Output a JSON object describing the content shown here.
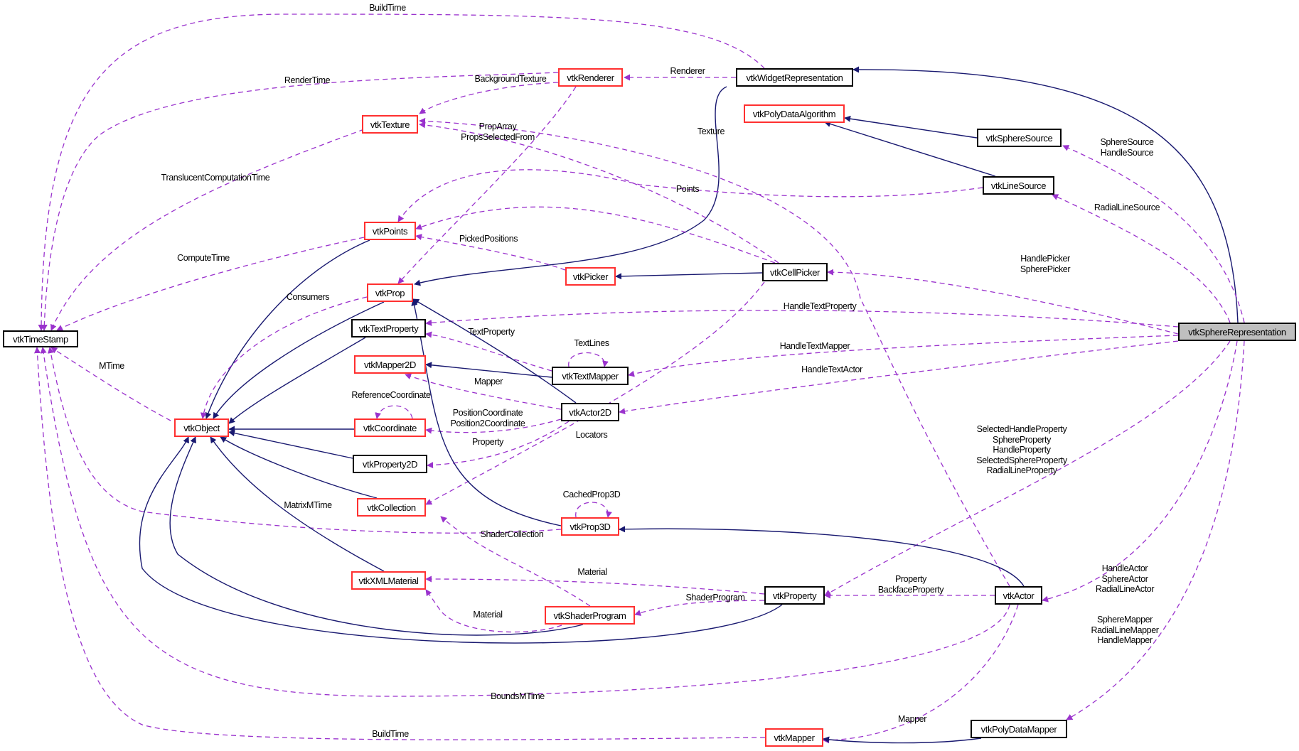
{
  "title": "vtkSphereRepresentation collaboration graph",
  "colors": {
    "inheritance_edge": "#191970",
    "usage_edge": "#9a32cd",
    "focus_fill": "#bfbfbf",
    "documented_border": "#000000",
    "undocumented_border": "#ff3030"
  },
  "nodes": [
    {
      "id": "vtkSphereRepresentation",
      "label": "vtkSphereRepresentation",
      "style": "focus"
    },
    {
      "id": "vtkWidgetRepresentation",
      "label": "vtkWidgetRepresentation",
      "style": "black"
    },
    {
      "id": "vtkRenderer",
      "label": "vtkRenderer",
      "style": "red"
    },
    {
      "id": "vtkPolyDataAlgorithm",
      "label": "vtkPolyDataAlgorithm",
      "style": "red"
    },
    {
      "id": "vtkTexture",
      "label": "vtkTexture",
      "style": "red"
    },
    {
      "id": "vtkSphereSource",
      "label": "vtkSphereSource",
      "style": "black"
    },
    {
      "id": "vtkLineSource",
      "label": "vtkLineSource",
      "style": "black"
    },
    {
      "id": "vtkPoints",
      "label": "vtkPoints",
      "style": "red"
    },
    {
      "id": "vtkPicker",
      "label": "vtkPicker",
      "style": "red"
    },
    {
      "id": "vtkCellPicker",
      "label": "vtkCellPicker",
      "style": "black"
    },
    {
      "id": "vtkProp",
      "label": "vtkProp",
      "style": "red"
    },
    {
      "id": "vtkTextProperty",
      "label": "vtkTextProperty",
      "style": "black"
    },
    {
      "id": "vtkTimeStamp",
      "label": "vtkTimeStamp",
      "style": "black"
    },
    {
      "id": "vtkMapper2D",
      "label": "vtkMapper2D",
      "style": "red"
    },
    {
      "id": "vtkTextMapper",
      "label": "vtkTextMapper",
      "style": "black"
    },
    {
      "id": "vtkActor2D",
      "label": "vtkActor2D",
      "style": "black"
    },
    {
      "id": "vtkObject",
      "label": "vtkObject",
      "style": "red"
    },
    {
      "id": "vtkCoordinate",
      "label": "vtkCoordinate",
      "style": "red"
    },
    {
      "id": "vtkProperty2D",
      "label": "vtkProperty2D",
      "style": "black"
    },
    {
      "id": "vtkCollection",
      "label": "vtkCollection",
      "style": "red"
    },
    {
      "id": "vtkProp3D",
      "label": "vtkProp3D",
      "style": "red"
    },
    {
      "id": "vtkXMLMaterial",
      "label": "vtkXMLMaterial",
      "style": "red"
    },
    {
      "id": "vtkShaderProgram",
      "label": "vtkShaderProgram",
      "style": "red"
    },
    {
      "id": "vtkProperty",
      "label": "vtkProperty",
      "style": "black"
    },
    {
      "id": "vtkActor",
      "label": "vtkActor",
      "style": "black"
    },
    {
      "id": "vtkMapper",
      "label": "vtkMapper",
      "style": "red"
    },
    {
      "id": "vtkPolyDataMapper",
      "label": "vtkPolyDataMapper",
      "style": "black"
    }
  ],
  "edges": [
    {
      "from": "vtkSphereRepresentation",
      "to": "vtkWidgetRepresentation",
      "kind": "inherits",
      "labels": []
    },
    {
      "from": "vtkWidgetRepresentation",
      "to": "vtkRenderer",
      "kind": "uses",
      "labels": [
        "Renderer"
      ]
    },
    {
      "from": "vtkWidgetRepresentation",
      "to": "vtkTimeStamp",
      "kind": "uses",
      "labels": [
        "BuildTime"
      ]
    },
    {
      "from": "vtkWidgetRepresentation",
      "to": "vtkProp",
      "kind": "inherits",
      "labels": []
    },
    {
      "from": "vtkRenderer",
      "to": "vtkTimeStamp",
      "kind": "uses",
      "labels": [
        "RenderTime"
      ]
    },
    {
      "from": "vtkRenderer",
      "to": "vtkTexture",
      "kind": "uses",
      "labels": [
        "BackgroundTexture"
      ]
    },
    {
      "from": "vtkRenderer",
      "to": "vtkProp",
      "kind": "uses",
      "labels": []
    },
    {
      "from": "vtkCellPicker",
      "to": "vtkTexture",
      "kind": "uses",
      "labels": [
        "PropArray",
        "PropsSelectedFrom"
      ]
    },
    {
      "from": "vtkActor",
      "to": "vtkTexture",
      "kind": "uses",
      "labels": [
        "Texture"
      ]
    },
    {
      "from": "vtkTexture",
      "to": "vtkTimeStamp",
      "kind": "uses",
      "labels": [
        "TranslucentComputationTime"
      ]
    },
    {
      "from": "vtkSphereSource",
      "to": "vtkPolyDataAlgorithm",
      "kind": "inherits",
      "labels": []
    },
    {
      "from": "vtkLineSource",
      "to": "vtkPolyDataAlgorithm",
      "kind": "inherits",
      "labels": []
    },
    {
      "from": "vtkSphereRepresentation",
      "to": "vtkSphereSource",
      "kind": "uses",
      "labels": [
        "SphereSource",
        "HandleSource"
      ]
    },
    {
      "from": "vtkSphereRepresentation",
      "to": "vtkLineSource",
      "kind": "uses",
      "labels": [
        "RadialLineSource"
      ]
    },
    {
      "from": "vtkLineSource",
      "to": "vtkPoints",
      "kind": "uses",
      "labels": [
        "Points"
      ]
    },
    {
      "from": "vtkCellPicker",
      "to": "vtkPoints",
      "kind": "uses",
      "labels": [
        "Texture"
      ]
    },
    {
      "from": "vtkPicker",
      "to": "vtkPoints",
      "kind": "uses",
      "labels": [
        "PickedPositions"
      ]
    },
    {
      "from": "vtkPoints",
      "to": "vtkTimeStamp",
      "kind": "uses",
      "labels": [
        "ComputeTime"
      ]
    },
    {
      "from": "vtkPoints",
      "to": "vtkObject",
      "kind": "inherits",
      "labels": []
    },
    {
      "from": "vtkCellPicker",
      "to": "vtkPicker",
      "kind": "inherits",
      "labels": []
    },
    {
      "from": "vtkSphereRepresentation",
      "to": "vtkCellPicker",
      "kind": "uses",
      "labels": [
        "HandlePicker",
        "SpherePicker"
      ]
    },
    {
      "from": "vtkObject",
      "to": "vtkProp",
      "kind": "uses",
      "labels": [
        "Consumers"
      ]
    },
    {
      "from": "vtkProp",
      "to": "vtkObject",
      "kind": "inherits",
      "labels": []
    },
    {
      "from": "vtkSphereRepresentation",
      "to": "vtkTextProperty",
      "kind": "uses",
      "labels": [
        "HandleTextProperty"
      ]
    },
    {
      "from": "vtkTextProperty",
      "to": "vtkObject",
      "kind": "inherits",
      "labels": []
    },
    {
      "from": "vtkTextMapper",
      "to": "vtkTextProperty",
      "kind": "uses",
      "labels": [
        "TextProperty"
      ]
    },
    {
      "from": "vtkTextMapper",
      "to": "vtkTextMapper",
      "kind": "uses",
      "labels": [
        "TextLines"
      ]
    },
    {
      "from": "vtkTextMapper",
      "to": "vtkMapper2D",
      "kind": "inherits",
      "labels": []
    },
    {
      "from": "vtkSphereRepresentation",
      "to": "vtkTextMapper",
      "kind": "uses",
      "labels": [
        "HandleTextMapper"
      ]
    },
    {
      "from": "vtkActor2D",
      "to": "vtkProp",
      "kind": "inherits",
      "labels": []
    },
    {
      "from": "vtkActor2D",
      "to": "vtkMapper2D",
      "kind": "uses",
      "labels": [
        "Mapper"
      ]
    },
    {
      "from": "vtkSphereRepresentation",
      "to": "vtkActor2D",
      "kind": "uses",
      "labels": [
        "HandleTextActor"
      ]
    },
    {
      "from": "vtkObject",
      "to": "vtkTimeStamp",
      "kind": "uses",
      "labels": [
        "MTime"
      ]
    },
    {
      "from": "vtkCoordinate",
      "to": "vtkObject",
      "kind": "inherits",
      "labels": []
    },
    {
      "from": "vtkCoordinate",
      "to": "vtkCoordinate",
      "kind": "uses",
      "labels": [
        "ReferenceCoordinate"
      ]
    },
    {
      "from": "vtkActor2D",
      "to": "vtkCoordinate",
      "kind": "uses",
      "labels": [
        "PositionCoordinate",
        "Position2Coordinate"
      ]
    },
    {
      "from": "vtkProperty2D",
      "to": "vtkObject",
      "kind": "inherits",
      "labels": []
    },
    {
      "from": "vtkActor2D",
      "to": "vtkProperty2D",
      "kind": "uses",
      "labels": [
        "Property"
      ]
    },
    {
      "from": "vtkCellPicker",
      "to": "vtkCollection",
      "kind": "uses",
      "labels": [
        "Locators"
      ]
    },
    {
      "from": "vtkCollection",
      "to": "vtkObject",
      "kind": "inherits",
      "labels": []
    },
    {
      "from": "vtkProp3D",
      "to": "vtkProp",
      "kind": "inherits",
      "labels": []
    },
    {
      "from": "vtkProp3D",
      "to": "vtkProp3D",
      "kind": "uses",
      "labels": [
        "CachedProp3D"
      ]
    },
    {
      "from": "vtkProp3D",
      "to": "vtkTimeStamp",
      "kind": "uses",
      "labels": [
        "MatrixMTime"
      ]
    },
    {
      "from": "vtkShaderProgram",
      "to": "vtkCollection",
      "kind": "uses",
      "labels": [
        "ShaderCollection"
      ]
    },
    {
      "from": "vtkXMLMaterial",
      "to": "vtkObject",
      "kind": "inherits",
      "labels": []
    },
    {
      "from": "vtkProperty",
      "to": "vtkXMLMaterial",
      "kind": "uses",
      "labels": [
        "Material"
      ]
    },
    {
      "from": "vtkShaderProgram",
      "to": "vtkXMLMaterial",
      "kind": "uses",
      "labels": [
        "Material"
      ]
    },
    {
      "from": "vtkShaderProgram",
      "to": "vtkObject",
      "kind": "inherits",
      "labels": []
    },
    {
      "from": "vtkProperty",
      "to": "vtkShaderProgram",
      "kind": "uses",
      "labels": [
        "ShaderProgram"
      ]
    },
    {
      "from": "vtkProperty",
      "to": "vtkObject",
      "kind": "inherits",
      "labels": []
    },
    {
      "from": "vtkSphereRepresentation",
      "to": "vtkProperty",
      "kind": "uses",
      "labels": [
        "SelectedHandleProperty",
        "SphereProperty",
        "HandleProperty",
        "SelectedSphereProperty",
        "RadialLineProperty"
      ]
    },
    {
      "from": "vtkActor",
      "to": "vtkProperty",
      "kind": "uses",
      "labels": [
        "Property",
        "BackfaceProperty"
      ]
    },
    {
      "from": "vtkActor",
      "to": "vtkProp3D",
      "kind": "inherits",
      "labels": []
    },
    {
      "from": "vtkSphereRepresentation",
      "to": "vtkActor",
      "kind": "uses",
      "labels": [
        "HandleActor",
        "SphereActor",
        "RadialLineActor"
      ]
    },
    {
      "from": "vtkActor",
      "to": "vtkTimeStamp",
      "kind": "uses",
      "labels": [
        "BoundsMTime"
      ]
    },
    {
      "from": "vtkActor",
      "to": "vtkMapper",
      "kind": "uses",
      "labels": [
        "Mapper"
      ]
    },
    {
      "from": "vtkMapper",
      "to": "vtkTimeStamp",
      "kind": "uses",
      "labels": [
        "BuildTime"
      ]
    },
    {
      "from": "vtkPolyDataMapper",
      "to": "vtkMapper",
      "kind": "inherits",
      "labels": []
    },
    {
      "from": "vtkSphereRepresentation",
      "to": "vtkPolyDataMapper",
      "kind": "uses",
      "labels": [
        "SphereMapper",
        "RadialLineMapper",
        "HandleMapper"
      ]
    }
  ]
}
